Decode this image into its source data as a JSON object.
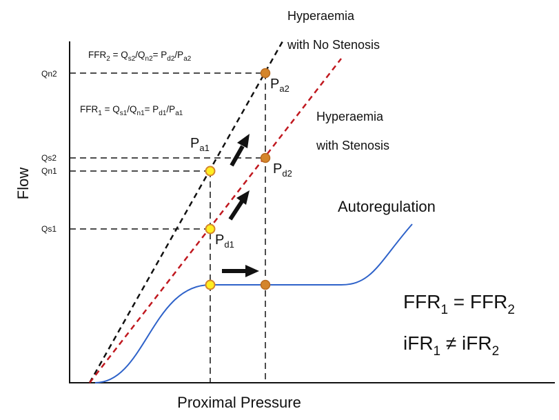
{
  "axes": {
    "xlabel": "Proximal Pressure",
    "ylabel": "Flow",
    "ticks": {
      "qn2": {
        "base": "Q",
        "sub": "n2"
      },
      "qs2": {
        "base": "Q",
        "sub": "s2"
      },
      "qn1": {
        "base": "Q",
        "sub": "n1"
      },
      "qs1": {
        "base": "Q",
        "sub": "s1"
      }
    }
  },
  "equations": {
    "ffr2": {
      "ffr": "FFR",
      "ffr_sub": "2",
      "eq1": " = Q",
      "q1_sub": "s2",
      "sl1": "/Q",
      "q2_sub": "n2",
      "eq2": "= P",
      "p1_sub": "d2",
      "sl2": "/P",
      "p2_sub": "a2"
    },
    "ffr1": {
      "ffr": "FFR",
      "ffr_sub": "1",
      "eq1": " = Q",
      "q1_sub": "s1",
      "sl1": "/Q",
      "q2_sub": "n1",
      "eq2": "= P",
      "p1_sub": "d1",
      "sl2": "/P",
      "p2_sub": "a1"
    }
  },
  "points": {
    "pa1": {
      "base": "P",
      "sub": "a1"
    },
    "pa2": {
      "base": "P",
      "sub": "a2"
    },
    "pd1": {
      "base": "P",
      "sub": "d1"
    },
    "pd2": {
      "base": "P",
      "sub": "d2"
    }
  },
  "curves": {
    "no_stenosis": [
      "Hyperaemia",
      "with No Stenosis"
    ],
    "stenosis": [
      "Hyperaemia",
      "with Stenosis"
    ],
    "autoregulation": "Autoregulation"
  },
  "relations": {
    "ffr": {
      "a": "FFR",
      "a_sub": "1",
      "op": " = FFR",
      "b_sub": "2"
    },
    "ifr": {
      "a": "iFR",
      "a_sub": "1",
      "op": " ≠ iFR",
      "b_sub": "2"
    }
  },
  "colors": {
    "no_stenosis_line": "#111111",
    "stenosis_line": "#c0181f",
    "autoregulation_line": "#2e62c9",
    "point_yellow": "#ffee22",
    "point_orange": "#d4852b"
  }
}
